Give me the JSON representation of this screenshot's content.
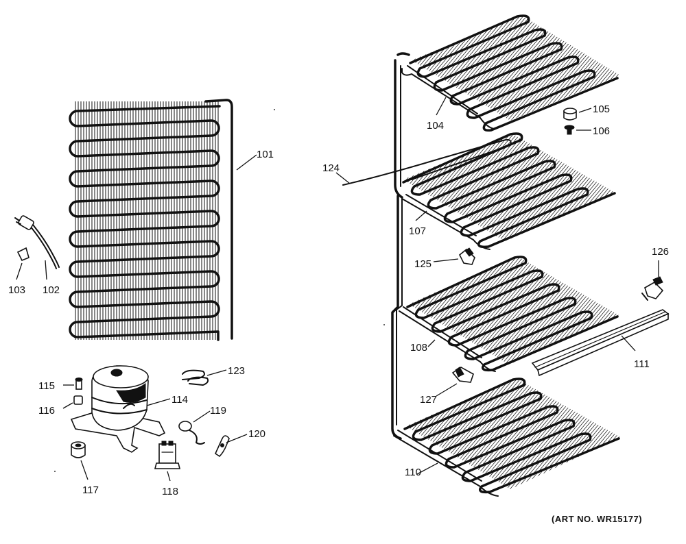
{
  "labels": {
    "p101": "101",
    "p102": "102",
    "p103": "103",
    "p104": "104",
    "p105": "105",
    "p106": "106",
    "p107": "107",
    "p108": "108",
    "p110": "110",
    "p111": "111",
    "p114": "114",
    "p115": "115",
    "p116": "116",
    "p117": "117",
    "p118": "118",
    "p119": "119",
    "p120": "120",
    "p123": "123",
    "p124": "124",
    "p125": "125",
    "p126": "126",
    "p127": "127"
  },
  "art_number": "(ART NO. WR15177)"
}
